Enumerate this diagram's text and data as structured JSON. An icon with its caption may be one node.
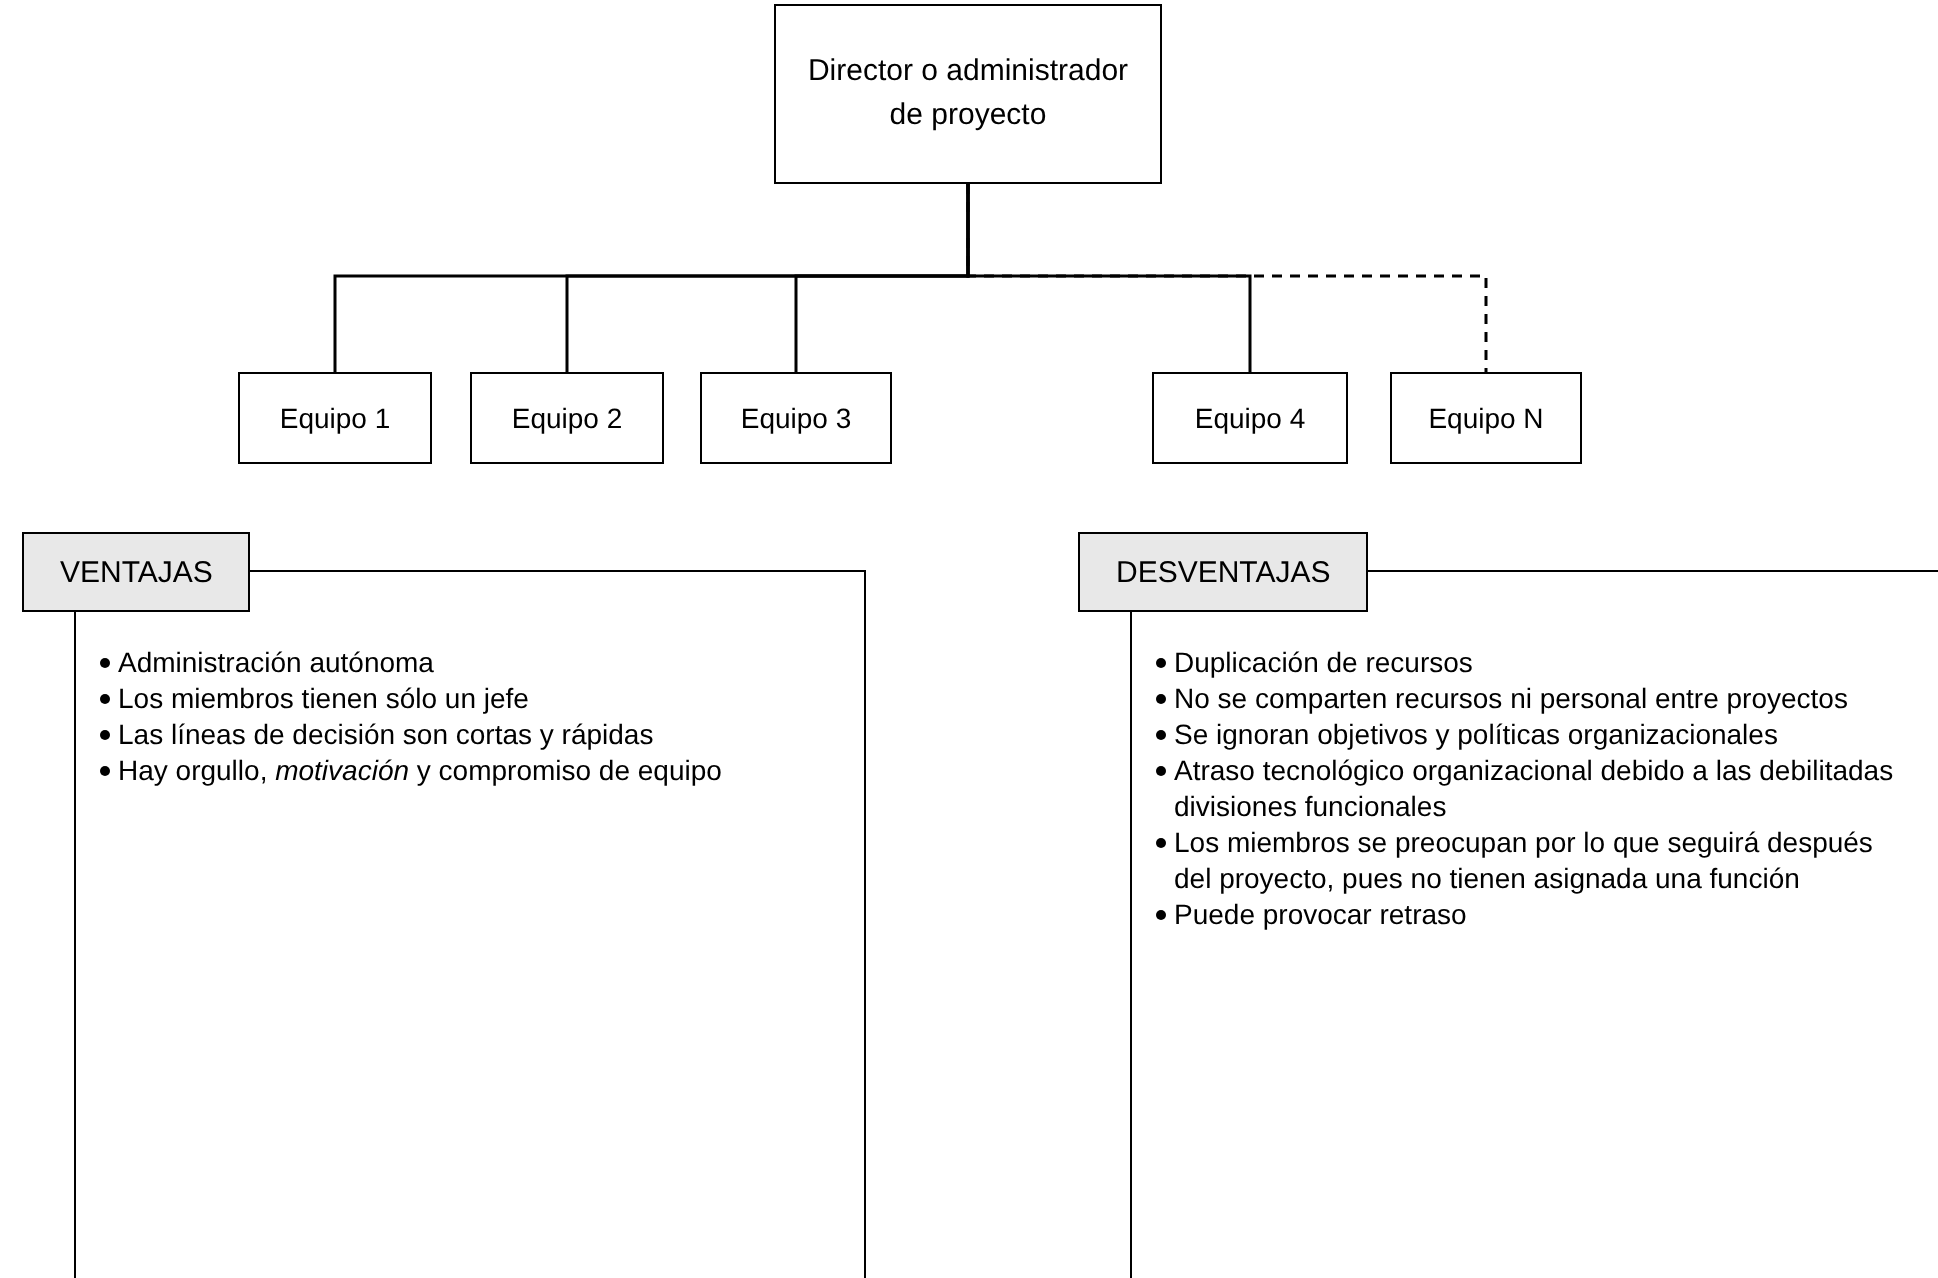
{
  "diagram": {
    "nodes": [
      {
        "text": [
          "Director o administrador de proyecto"
        ]
      },
      {
        "text": [
          "Equipo 1"
        ]
      },
      {
        "text": [
          "Equipo 2"
        ]
      },
      {
        "text": [
          "Equipo 3"
        ]
      },
      {
        "text": [
          "Equipo 4"
        ]
      },
      {
        "text": [
          "Equipo N"
        ]
      },
      {
        "text": [
          "VENTAJAS",
          "Administración autónoma",
          "Los miembros tienen sólo un jefe",
          "Las líneas de decisión son cortas y rápidas",
          "Hay orgullo, *motivación* y compromiso de equipo"
        ]
      },
      {
        "text": [
          "DESVENTAJAS",
          "Duplicación de recursos",
          "No se comparten recursos ni personal entre proyectos",
          "Se ignoran objetivos y políticas organizacionales",
          "Atraso tecnológico organizacional debido a las debilitadas divisiones funcionales",
          "Los miembros se preocupan por lo que seguirá después del proyecto, pues no tienen asignada una función",
          "Puede provocar retraso"
        ]
      }
    ],
    "edges": [
      {
        "from": 0,
        "to": 5,
        "arrow": "none",
        "style": "dashed"
      },
      {
        "from": 0,
        "to": 1,
        "arrow": "none"
      },
      {
        "from": 0,
        "to": 2,
        "arrow": "none"
      },
      {
        "from": 0,
        "to": 3,
        "arrow": "none"
      },
      {
        "from": 0,
        "to": 4,
        "arrow": "none"
      }
    ]
  }
}
